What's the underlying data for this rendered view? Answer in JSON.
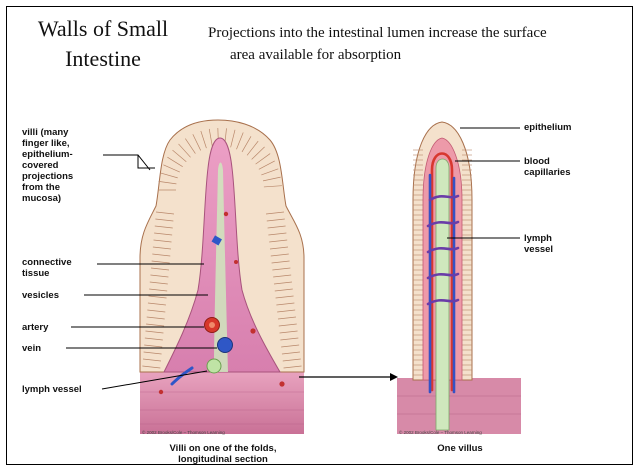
{
  "title": {
    "line1": "Walls of Small",
    "line2": "Intestine"
  },
  "subtitle": {
    "line1": "Projections into the intestinal lumen increase the surface",
    "line2": "area available for absorption"
  },
  "left_panel": {
    "labels": {
      "villi": [
        "villi (many",
        "finger like,",
        "epithelium-",
        "covered",
        "projections",
        "from the",
        "mucosa)"
      ],
      "connective_tissue": [
        "connective",
        "tissue"
      ],
      "vesicles": "vesicles",
      "artery": "artery",
      "vein": "vein",
      "lymph_vessel": "lymph vessel"
    },
    "caption": [
      "Villi on one of the folds,",
      "longitudinal section"
    ],
    "copyright": "© 2002 Brooks/Cole – Thomson Learning"
  },
  "right_panel": {
    "labels": {
      "epithelium": "epithelium",
      "blood_capillaries": [
        "blood",
        "capillaries"
      ],
      "lymph_vessel": [
        "lymph",
        "vessel"
      ]
    },
    "caption": "One villus",
    "copyright": "© 2002 Brooks/Cole – Thomson Learning"
  },
  "colors": {
    "epithelium_cells": "#f2dcc6",
    "cell_outline": "#b07a5a",
    "connective_tissue": "#e79ac0",
    "lymph": "#c9e8b6",
    "vein": "#3a5fcf",
    "artery": "#d23a2a"
  }
}
